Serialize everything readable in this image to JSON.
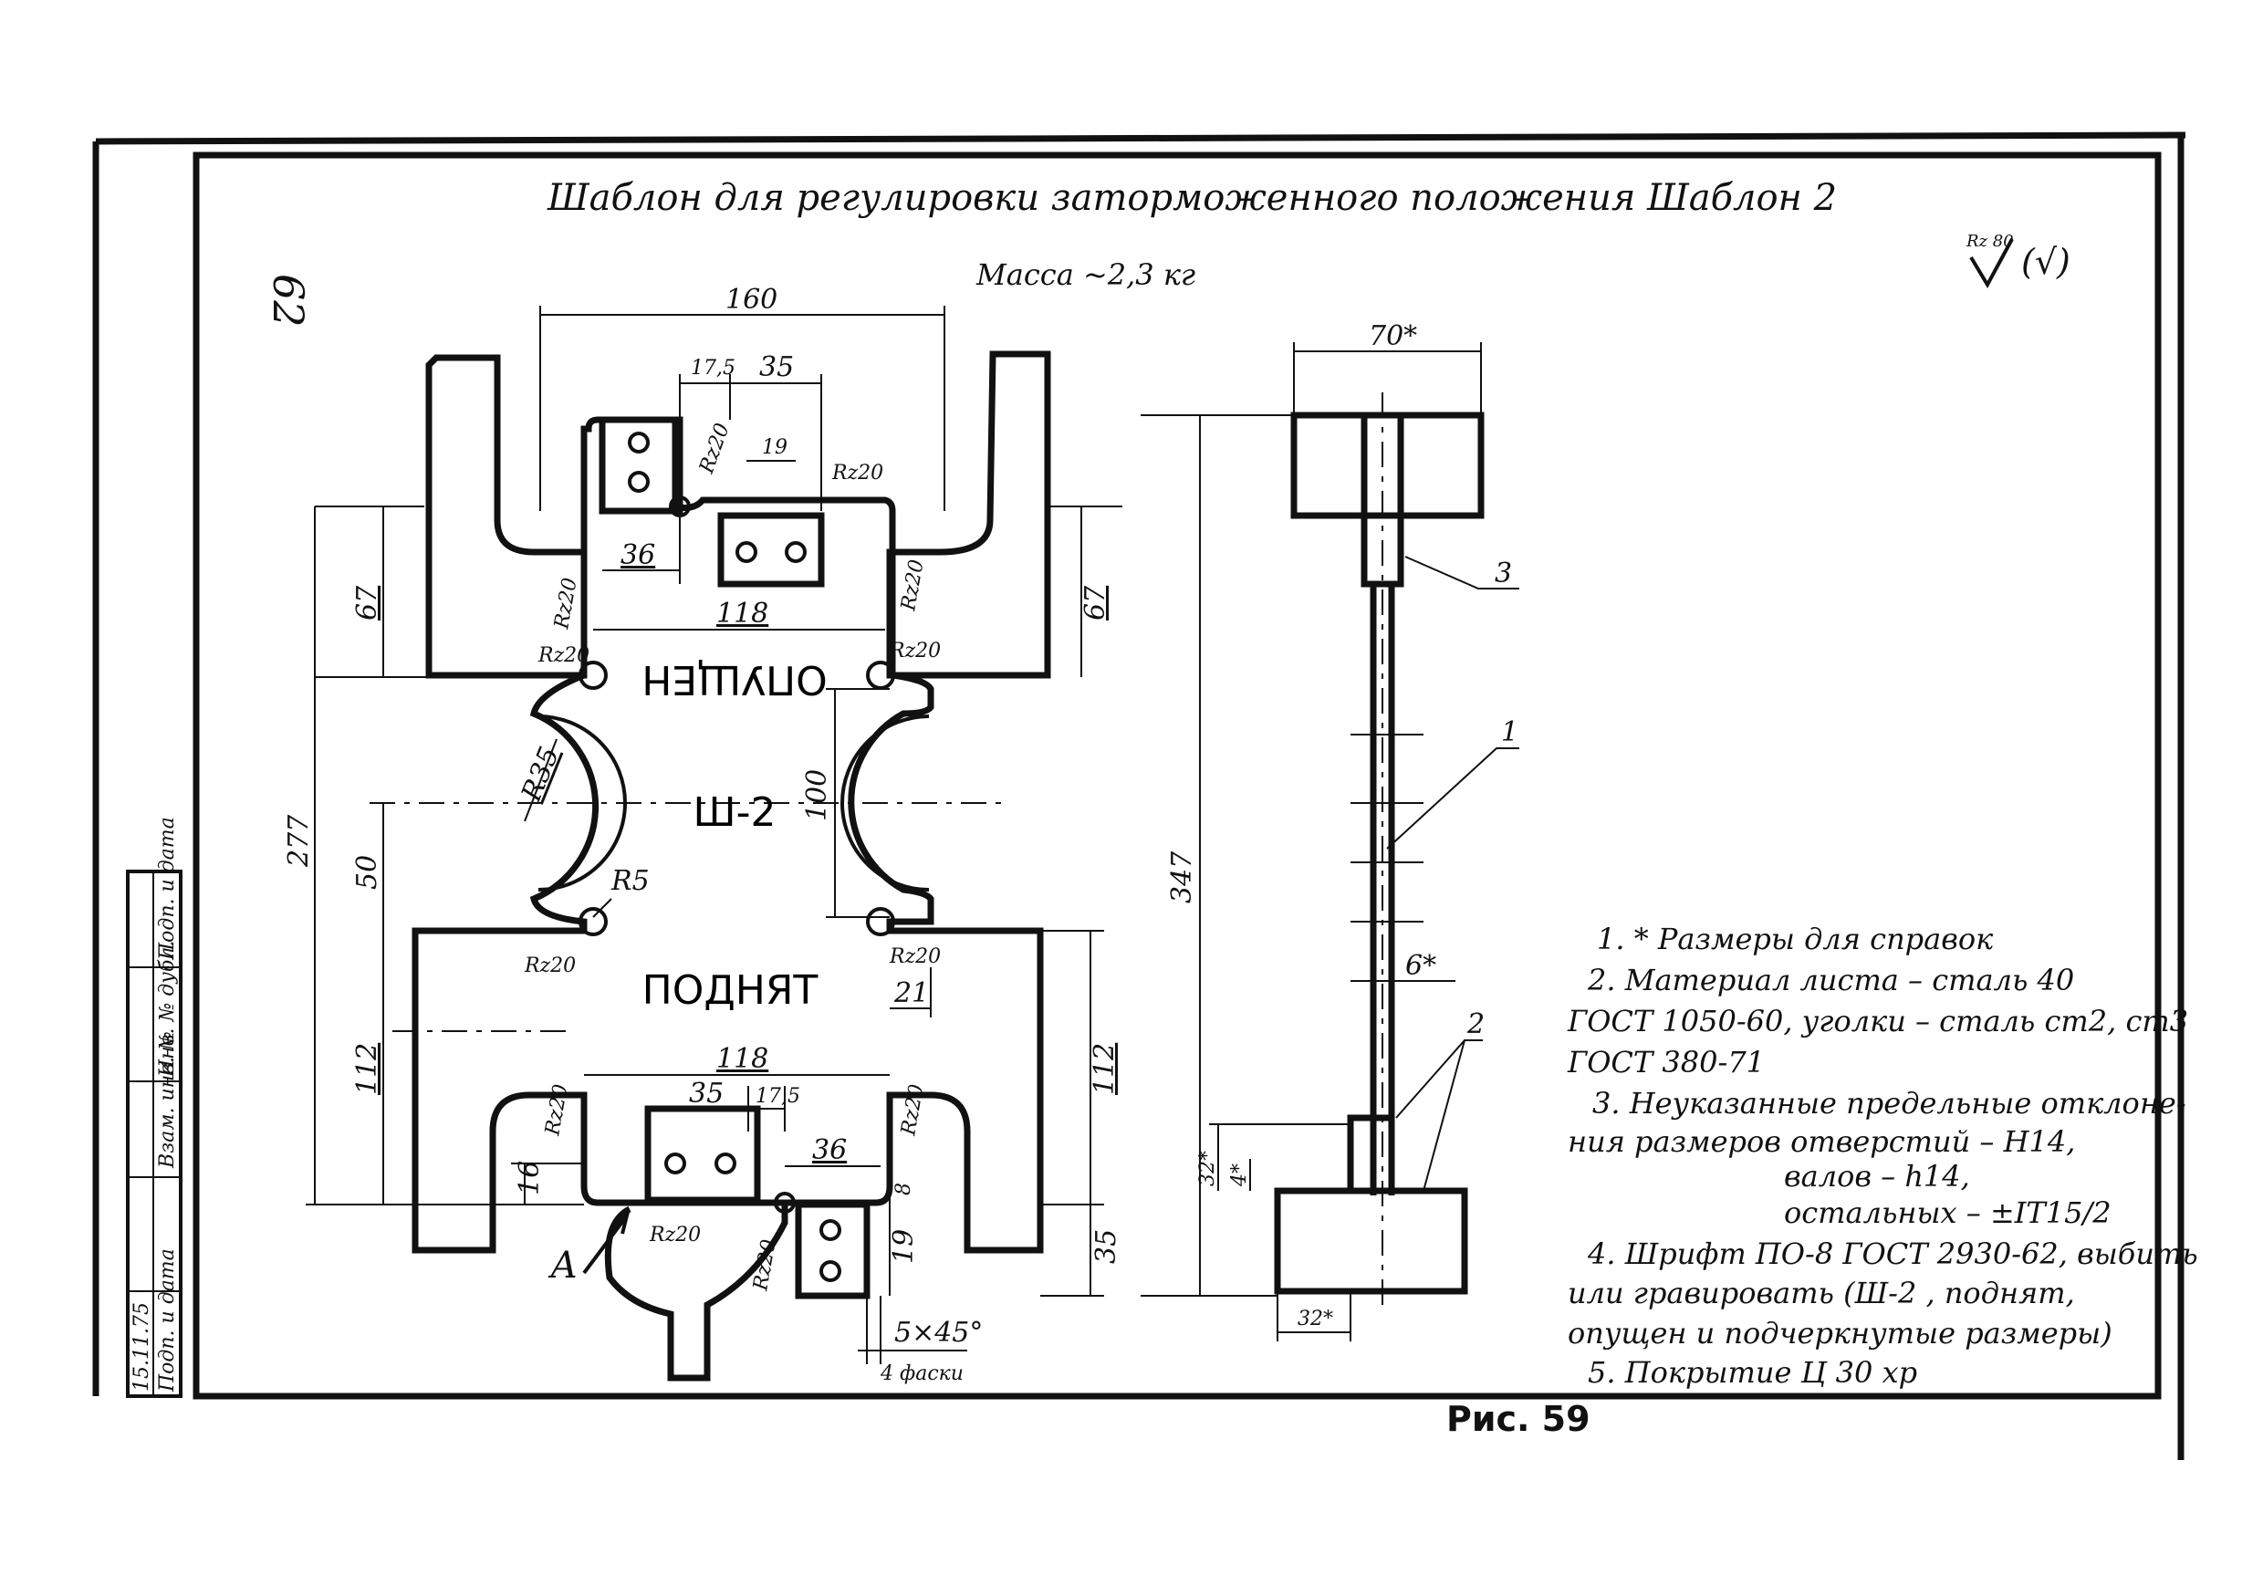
{
  "title": "Шаблон для регулировки заторможенного положения Шаблон 2",
  "page_number": "62",
  "mass": "Масса ~2,3 кг",
  "roughness": {
    "symbol": "Rz 80",
    "suffix": "(√)"
  },
  "figure_caption": "Рис. 59",
  "template_labels": {
    "top": "ОПУЩЕН",
    "center": "Ш-2",
    "bottom": "ПОДНЯТ"
  },
  "dimensions": {
    "width_160": "160",
    "d_17_5_top": "17,5",
    "d_35_top": "35",
    "d_19": "19",
    "d_36_top": "36",
    "d_118_top": "118",
    "d_67_left": "67",
    "d_67_right": "67",
    "d_277": "277",
    "d_50": "50",
    "d_100": "100",
    "d_R35": "R35",
    "d_R5": "R5",
    "d_112_left": "112",
    "d_112_right": "112",
    "d_21": "21",
    "d_118_bottom": "118",
    "d_35_bottom": "35",
    "d_17_5_bottom": "17,5",
    "d_36_bottom": "36",
    "d_16": "16",
    "d_8": "8",
    "d_19_bottom": "19",
    "d_35_right": "35",
    "chamfer": "5×45°",
    "chamfer_count": "4 фаски",
    "view_A": "А",
    "rz20": "Rz20",
    "side_70": "70*",
    "side_347": "347",
    "side_6": "6*",
    "side_32v": "32*",
    "side_4": "4*",
    "side_32h": "32*",
    "callout_1": "1",
    "callout_2": "2",
    "callout_3": "3"
  },
  "notes": [
    "1. * Размеры для справок",
    "2. Материал листа – сталь 40",
    "ГОСТ 1050-60, уголки – сталь ст2, ст3",
    "ГОСТ 380-71",
    "3. Неуказанные предельные отклоне-",
    "ния размеров  отверстий – Н14,",
    "валов – h14,",
    "остальных – ±IT15/2",
    "4. Шрифт  ПО-8 ГОСТ 2930-62, выбить",
    "или гравировать (Ш-2 , поднят,",
    "опущен  и подчеркнутые размеры)",
    "5. Покрытие  Ц 30 хр"
  ],
  "stamp": [
    "Подп. и дата",
    "Взам. инв. №",
    "Инв. № дубл.",
    "Подп. и дата",
    "15.11.75"
  ]
}
